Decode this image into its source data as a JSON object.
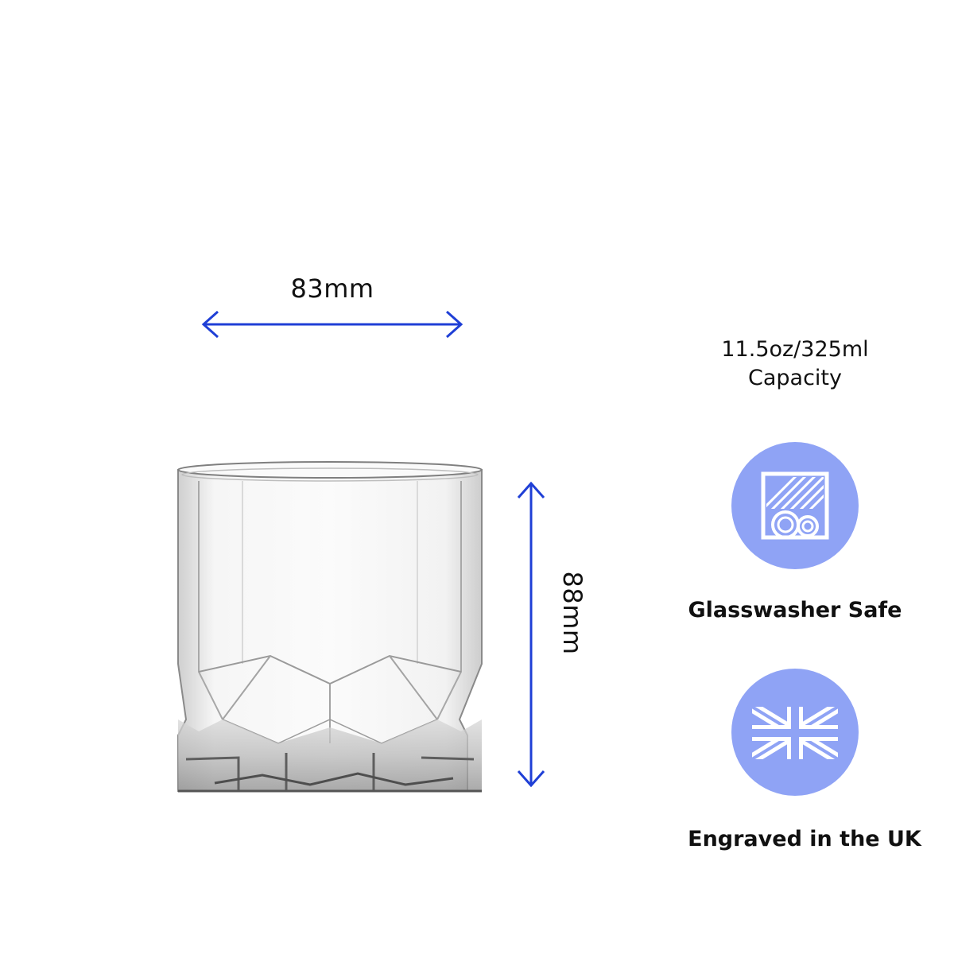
{
  "dimensions": {
    "width_label": "83mm",
    "height_label": "88mm",
    "arrow_color": "#1f3fd6"
  },
  "capacity": {
    "line1": "11.5oz/325ml",
    "line2": "Capacity"
  },
  "features": [
    {
      "label": "Glasswasher Safe",
      "icon": "glasswasher-icon"
    },
    {
      "label": "Engraved in the UK",
      "icon": "union-jack-flag-icon"
    }
  ],
  "colors": {
    "feature_circle": "#8fa3f5",
    "text": "#111111"
  }
}
